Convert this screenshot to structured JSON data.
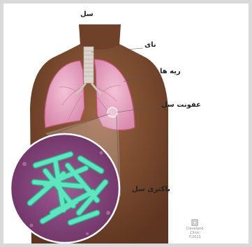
{
  "title": "سل",
  "labels": {
    "trachea": "نای",
    "lungs": "ریه ها",
    "infection": "عفونت سل",
    "bacteria": "باکتری سل"
  },
  "brand": {
    "line1": "Cleveland",
    "line2": "Clinic",
    "year": "©2021"
  },
  "colors": {
    "skin": "#7a4a2c",
    "lung": "#e8a9c4",
    "lung_outline": "#c0506e",
    "trachea": "#dcd4cc",
    "magnifier_bg": "#8e4a82",
    "bacteria": "#4fd8b0"
  }
}
